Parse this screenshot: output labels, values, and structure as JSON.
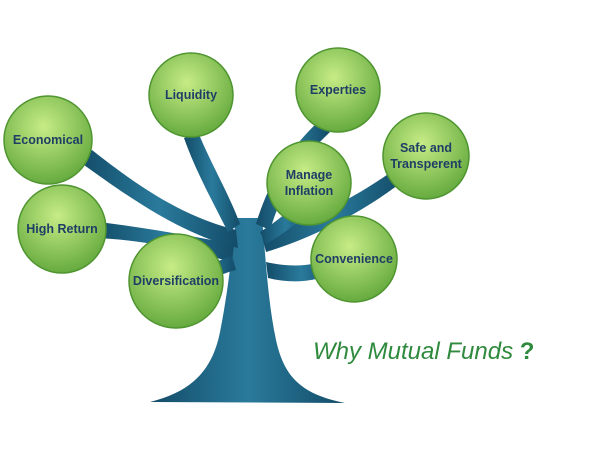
{
  "tagline": "Why Mutual Funds ?",
  "nodes": [
    {
      "id": "economical",
      "lines": [
        "Economical"
      ]
    },
    {
      "id": "liquidity",
      "lines": [
        "Liquidity"
      ]
    },
    {
      "id": "experties",
      "lines": [
        "Experties"
      ]
    },
    {
      "id": "safe",
      "lines": [
        "Safe and",
        "Transperent"
      ]
    },
    {
      "id": "manage",
      "lines": [
        "Manage",
        "Inflation"
      ]
    },
    {
      "id": "high-return",
      "lines": [
        "High Return"
      ]
    },
    {
      "id": "diversification",
      "lines": [
        "Diversification"
      ]
    },
    {
      "id": "convenience",
      "lines": [
        "Convenience"
      ]
    }
  ],
  "colors": {
    "trunk": "#1f6888",
    "trunk_dark": "#134c68",
    "leaf_light": "#c7ec86",
    "leaf_dark": "#5fa63a",
    "leaf_edge": "#4f9530",
    "label": "#1f3e66",
    "tagline": "#2f8a3e"
  }
}
